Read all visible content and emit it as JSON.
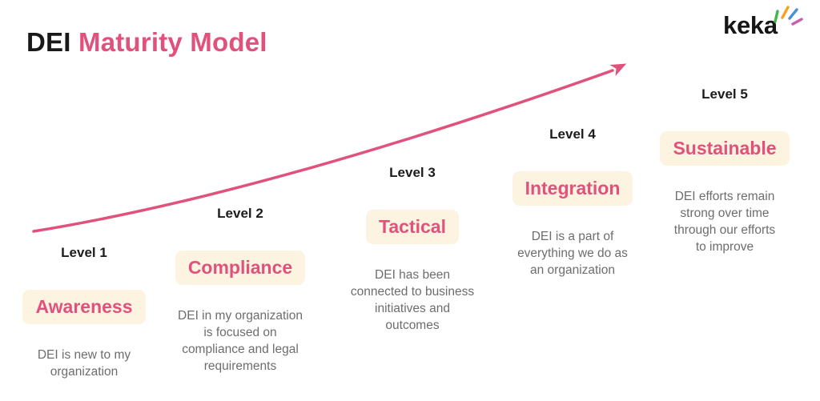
{
  "title": {
    "prefix": "DEI",
    "highlight": "Maturity Model"
  },
  "logo": {
    "wordmark": "keka",
    "sparkle_colors": [
      "#43b649",
      "#f6a01e",
      "#4f8fd3",
      "#c45fae"
    ]
  },
  "colors": {
    "accent_pink": "#e0527c",
    "badge_background": "#fcf3e1",
    "heading_dark": "#1c1c1c",
    "description_gray": "#6d6d6d"
  },
  "levels": [
    {
      "label": "Level 1",
      "name": "Awareness",
      "description": [
        "DEI is new to my",
        "organization"
      ]
    },
    {
      "label": "Level 2",
      "name": "Compliance",
      "description": [
        "DEI in my organization",
        "is focused on",
        "compliance and legal",
        "requirements"
      ]
    },
    {
      "label": "Level 3",
      "name": "Tactical",
      "description": [
        "DEI has been",
        "connected to business",
        "initiatives and",
        "outcomes"
      ]
    },
    {
      "label": "Level 4",
      "name": "Integration",
      "description": [
        "DEI is a part of",
        "everything we do as",
        "an organization"
      ]
    },
    {
      "label": "Level 5",
      "name": "Sustainable",
      "description": [
        "DEI efforts remain",
        "strong over time",
        "through our efforts",
        "to improve"
      ]
    }
  ]
}
